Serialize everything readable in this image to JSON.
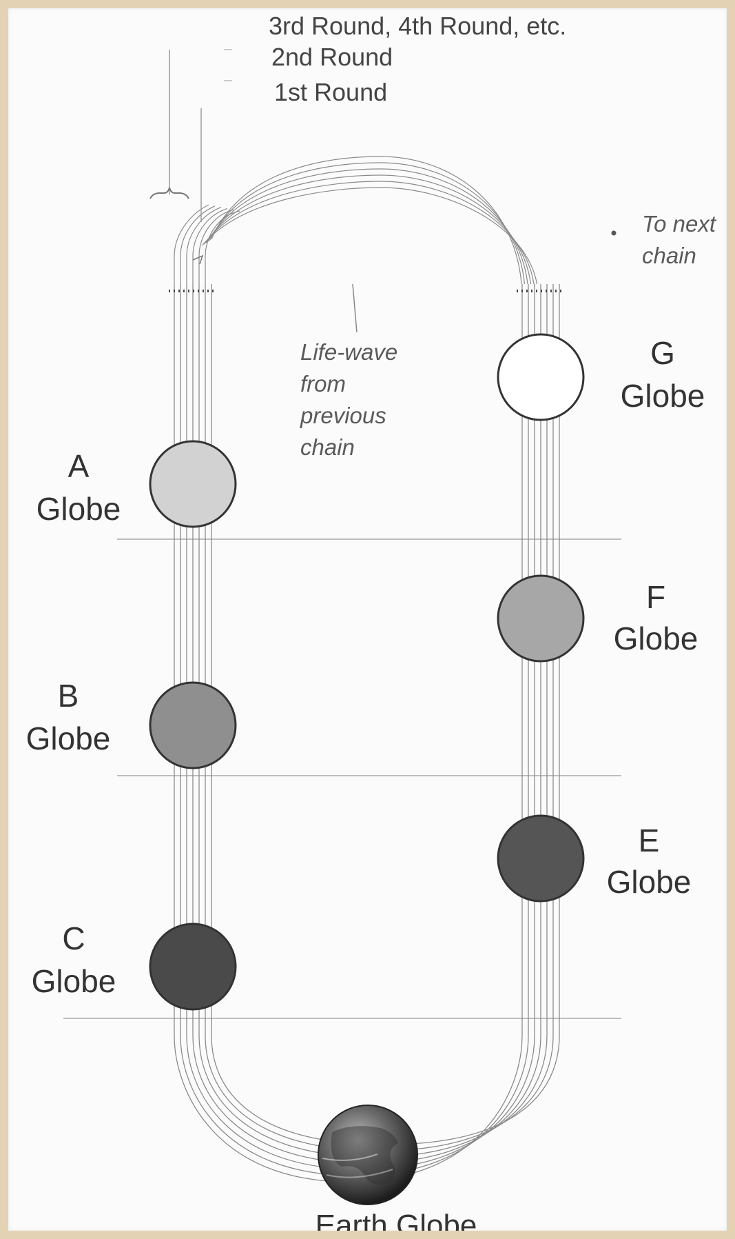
{
  "diagram": {
    "rounds": [
      "3rd Round, 4th Round, etc.",
      "2nd Round",
      "1st Round"
    ],
    "lifewave_label": [
      "Life-wave",
      "from",
      "previous",
      "chain"
    ],
    "next_chain_label": [
      "To next",
      "chain"
    ],
    "globes": [
      {
        "letter": "A",
        "word": "Globe",
        "shade": "#d2d2d2"
      },
      {
        "letter": "B",
        "word": "Globe",
        "shade": "#8f8f8f"
      },
      {
        "letter": "C",
        "word": "Globe",
        "shade": "#4a4a4a"
      },
      {
        "letter": "E",
        "word": "Globe",
        "shade": "#555555"
      },
      {
        "letter": "F",
        "word": "Globe",
        "shade": "#a7a7a7"
      },
      {
        "letter": "G",
        "word": "Globe",
        "shade": "#ffffff"
      }
    ],
    "earth_label": "Earth Globe",
    "colors": {
      "frame": "#e4d2b4",
      "background": "#fbfbfb",
      "track": "#8a8a8a",
      "divider": "#bdbdbd"
    }
  }
}
